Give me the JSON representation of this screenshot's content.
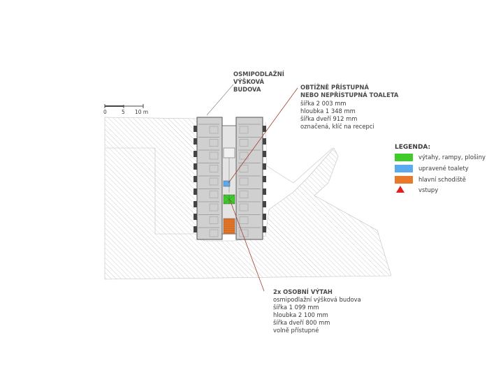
{
  "scale": {
    "labels": [
      "0",
      "5",
      "10 m"
    ]
  },
  "building_label": [
    "OSMIPODLAŽNÍ",
    "VÝŠKOVÁ",
    "BUDOVA"
  ],
  "toilet": {
    "title": [
      "OBTÍŽNĚ PŘÍSTUPNÁ",
      "NEBO NEPŘÍSTUPNÁ TOALETA"
    ],
    "details": [
      "šířka 2 003 mm",
      "hloubka 1 348 mm",
      "šířka dveří 912 mm",
      "označená, klíč na recepci"
    ]
  },
  "elevator": {
    "title": "2x OSOBNÍ VÝTAH",
    "details": [
      "osmipodlažní výšková budova",
      "šířka 1 099 mm",
      "hloubka 2 100 mm",
      "šířka dveří 800 mm",
      "volně přístupné"
    ]
  },
  "legend": {
    "title": "LEGENDA:",
    "items": [
      {
        "label": "výtahy, rampy, plošiny",
        "color": "#3fcc2a",
        "shape": "rect"
      },
      {
        "label": "upravené toalety",
        "color": "#5aaaf0",
        "shape": "rect"
      },
      {
        "label": "hlavní schodiště",
        "color": "#e8782a",
        "shape": "rect"
      },
      {
        "label": "vstupy",
        "color": "#e02020",
        "shape": "triangle"
      }
    ]
  },
  "colors": {
    "building_fill": "#d0d0d0",
    "building_stroke": "#555555",
    "hatch": "#b8b8b8",
    "leader_line": "#a04030",
    "elevator": "#3fcc2a",
    "toilet": "#5aaaf0",
    "stairs": "#e8782a"
  }
}
